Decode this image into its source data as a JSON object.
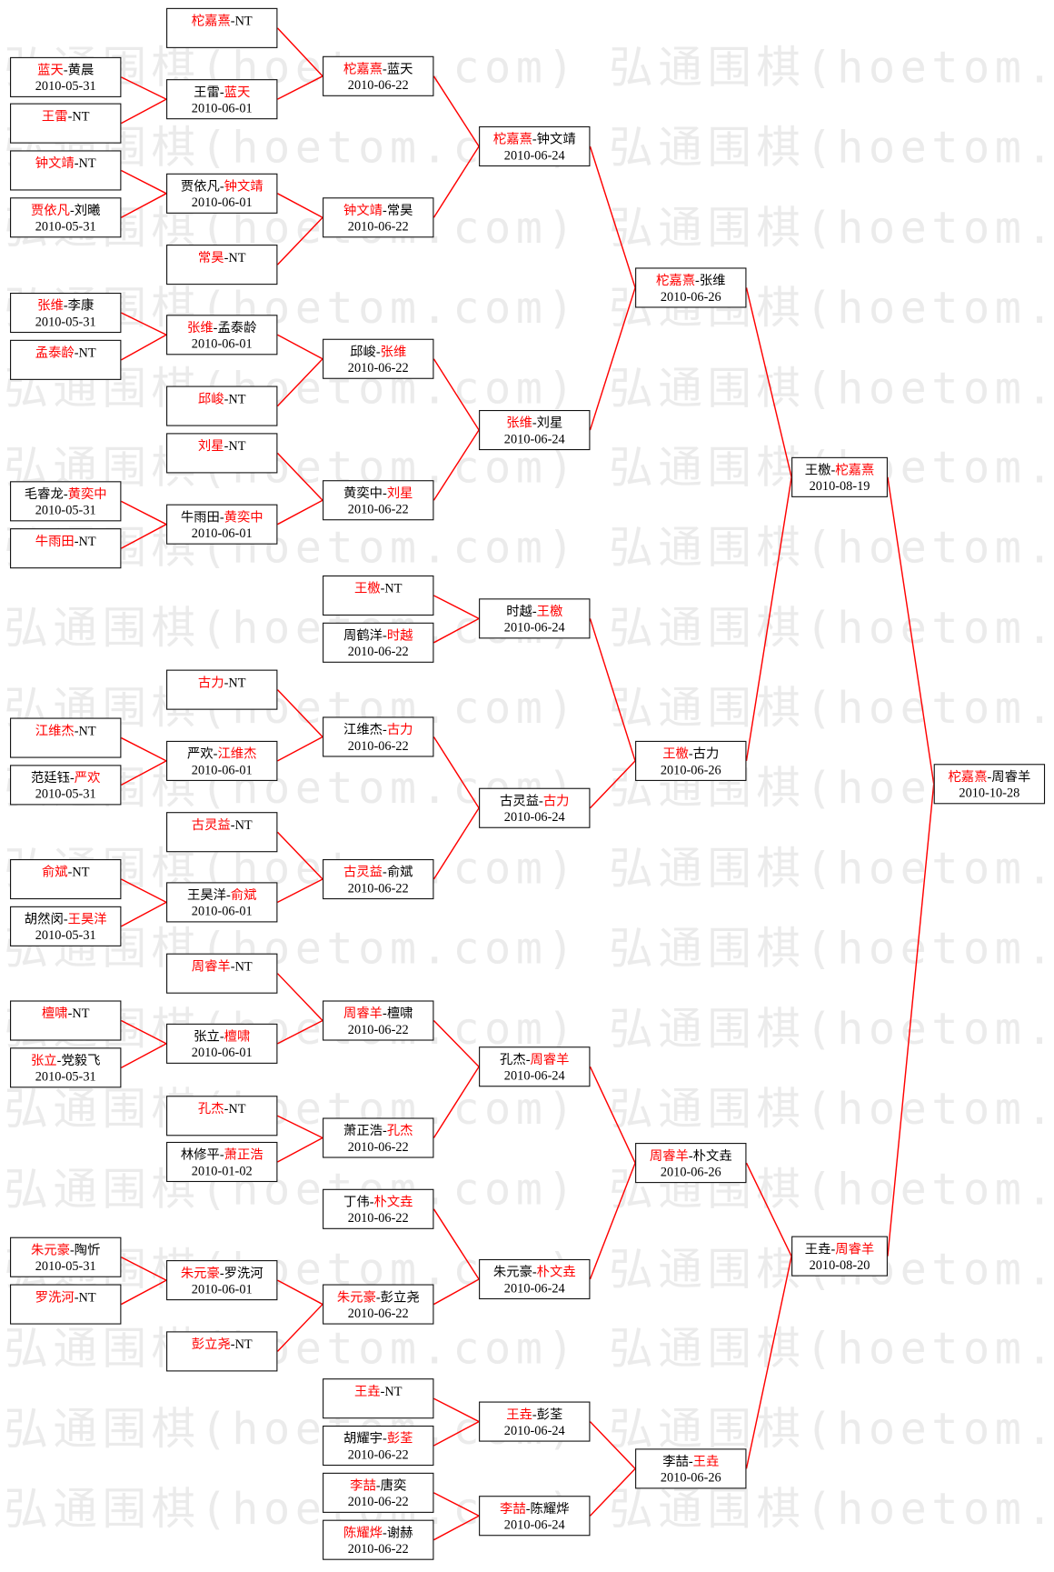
{
  "watermark": "弘通围棋(hoetom.com)",
  "separator": "-",
  "colors": {
    "winner": "#ff0000",
    "connector": "#ff0000",
    "text": "#000000",
    "border": "#111111",
    "watermark": "#ebebeb",
    "background": "#ffffff"
  },
  "rounds": [
    {
      "matches": [
        {
          "players": [
            "蓝天",
            "黄晨"
          ],
          "winner": 0,
          "date": "2010-05-31"
        },
        {
          "players": [
            "王雷",
            "NT"
          ],
          "winner": 0
        },
        {
          "players": [
            "钟文靖",
            "NT"
          ],
          "winner": 0
        },
        {
          "players": [
            "贾依凡",
            "刘曦"
          ],
          "winner": 0,
          "date": "2010-05-31"
        },
        {
          "players": [
            "张维",
            "李康"
          ],
          "winner": 0,
          "date": "2010-05-31"
        },
        {
          "players": [
            "孟泰龄",
            "NT"
          ],
          "winner": 0
        },
        {
          "players": [
            "毛睿龙",
            "黄奕中"
          ],
          "winner": 1,
          "date": "2010-05-31"
        },
        {
          "players": [
            "牛雨田",
            "NT"
          ],
          "winner": 0
        },
        {
          "players": [
            "江维杰",
            "NT"
          ],
          "winner": 0
        },
        {
          "players": [
            "范廷钰",
            "严欢"
          ],
          "winner": 1,
          "date": "2010-05-31"
        },
        {
          "players": [
            "俞斌",
            "NT"
          ],
          "winner": 0
        },
        {
          "players": [
            "胡然闵",
            "王昊洋"
          ],
          "winner": 1,
          "date": "2010-05-31"
        },
        {
          "players": [
            "檀啸",
            "NT"
          ],
          "winner": 0
        },
        {
          "players": [
            "张立",
            "党毅飞"
          ],
          "winner": 0,
          "date": "2010-05-31"
        },
        {
          "players": [
            "朱元豪",
            "陶忻"
          ],
          "winner": 0,
          "date": "2010-05-31"
        },
        {
          "players": [
            "罗洗河",
            "NT"
          ],
          "winner": 0
        }
      ]
    },
    {
      "matches": [
        {
          "players": [
            "柁嘉熹",
            "NT"
          ],
          "winner": 0
        },
        {
          "players": [
            "王雷",
            "蓝天"
          ],
          "winner": 1,
          "date": "2010-06-01"
        },
        {
          "players": [
            "贾依凡",
            "钟文靖"
          ],
          "winner": 1,
          "date": "2010-06-01"
        },
        {
          "players": [
            "常昊",
            "NT"
          ],
          "winner": 0
        },
        {
          "players": [
            "张维",
            "孟泰龄"
          ],
          "winner": 0,
          "date": "2010-06-01"
        },
        {
          "players": [
            "邱峻",
            "NT"
          ],
          "winner": 0
        },
        {
          "players": [
            "刘星",
            "NT"
          ],
          "winner": 0
        },
        {
          "players": [
            "牛雨田",
            "黄奕中"
          ],
          "winner": 1,
          "date": "2010-06-01"
        },
        {
          "players": [
            "古力",
            "NT"
          ],
          "winner": 0
        },
        {
          "players": [
            "严欢",
            "江维杰"
          ],
          "winner": 1,
          "date": "2010-06-01"
        },
        {
          "players": [
            "古灵益",
            "NT"
          ],
          "winner": 0
        },
        {
          "players": [
            "王昊洋",
            "俞斌"
          ],
          "winner": 1,
          "date": "2010-06-01"
        },
        {
          "players": [
            "周睿羊",
            "NT"
          ],
          "winner": 0
        },
        {
          "players": [
            "张立",
            "檀啸"
          ],
          "winner": 1,
          "date": "2010-06-01"
        },
        {
          "players": [
            "孔杰",
            "NT"
          ],
          "winner": 0
        },
        {
          "players": [
            "林修平",
            "萧正浩"
          ],
          "winner": 1,
          "date": "2010-01-02"
        },
        {
          "players": [
            "朱元豪",
            "罗洗河"
          ],
          "winner": 0,
          "date": "2010-06-01"
        },
        {
          "players": [
            "彭立尧",
            "NT"
          ],
          "winner": 0
        }
      ]
    },
    {
      "matches": [
        {
          "players": [
            "柁嘉熹",
            "蓝天"
          ],
          "winner": 0,
          "date": "2010-06-22"
        },
        {
          "players": [
            "钟文靖",
            "常昊"
          ],
          "winner": 0,
          "date": "2010-06-22"
        },
        {
          "players": [
            "邱峻",
            "张维"
          ],
          "winner": 1,
          "date": "2010-06-22"
        },
        {
          "players": [
            "黄奕中",
            "刘星"
          ],
          "winner": 1,
          "date": "2010-06-22"
        },
        {
          "players": [
            "王檄",
            "NT"
          ],
          "winner": 0
        },
        {
          "players": [
            "周鹤洋",
            "时越"
          ],
          "winner": 1,
          "date": "2010-06-22"
        },
        {
          "players": [
            "江维杰",
            "古力"
          ],
          "winner": 1,
          "date": "2010-06-22"
        },
        {
          "players": [
            "古灵益",
            "俞斌"
          ],
          "winner": 0,
          "date": "2010-06-22"
        },
        {
          "players": [
            "周睿羊",
            "檀啸"
          ],
          "winner": 0,
          "date": "2010-06-22"
        },
        {
          "players": [
            "萧正浩",
            "孔杰"
          ],
          "winner": 1,
          "date": "2010-06-22"
        },
        {
          "players": [
            "丁伟",
            "朴文垚"
          ],
          "winner": 1,
          "date": "2010-06-22"
        },
        {
          "players": [
            "朱元豪",
            "彭立尧"
          ],
          "winner": 0,
          "date": "2010-06-22"
        },
        {
          "players": [
            "王垚",
            "NT"
          ],
          "winner": 0
        },
        {
          "players": [
            "胡耀宇",
            "彭荃"
          ],
          "winner": 1,
          "date": "2010-06-22"
        },
        {
          "players": [
            "李喆",
            "唐奕"
          ],
          "winner": 0,
          "date": "2010-06-22"
        },
        {
          "players": [
            "陈耀烨",
            "谢赫"
          ],
          "winner": 0,
          "date": "2010-06-22"
        }
      ]
    },
    {
      "matches": [
        {
          "players": [
            "柁嘉熹",
            "钟文靖"
          ],
          "winner": 0,
          "date": "2010-06-24"
        },
        {
          "players": [
            "张维",
            "刘星"
          ],
          "winner": 0,
          "date": "2010-06-24"
        },
        {
          "players": [
            "时越",
            "王檄"
          ],
          "winner": 1,
          "date": "2010-06-24"
        },
        {
          "players": [
            "古灵益",
            "古力"
          ],
          "winner": 1,
          "date": "2010-06-24"
        },
        {
          "players": [
            "孔杰",
            "周睿羊"
          ],
          "winner": 1,
          "date": "2010-06-24"
        },
        {
          "players": [
            "朱元豪",
            "朴文垚"
          ],
          "winner": 1,
          "date": "2010-06-24"
        },
        {
          "players": [
            "王垚",
            "彭荃"
          ],
          "winner": 0,
          "date": "2010-06-24"
        },
        {
          "players": [
            "李喆",
            "陈耀烨"
          ],
          "winner": 0,
          "date": "2010-06-24"
        }
      ]
    },
    {
      "matches": [
        {
          "players": [
            "柁嘉熹",
            "张维"
          ],
          "winner": 0,
          "date": "2010-06-26"
        },
        {
          "players": [
            "王檄",
            "古力"
          ],
          "winner": 0,
          "date": "2010-06-26"
        },
        {
          "players": [
            "周睿羊",
            "朴文垚"
          ],
          "winner": 0,
          "date": "2010-06-26"
        },
        {
          "players": [
            "李喆",
            "王垚"
          ],
          "winner": 1,
          "date": "2010-06-26"
        }
      ]
    },
    {
      "matches": [
        {
          "players": [
            "王檄",
            "柁嘉熹"
          ],
          "winner": 1,
          "date": "2010-08-19"
        },
        {
          "players": [
            "王垚",
            "周睿羊"
          ],
          "winner": 1,
          "date": "2010-08-20"
        }
      ]
    },
    {
      "matches": [
        {
          "players": [
            "柁嘉熹",
            "周睿羊"
          ],
          "winner": 0,
          "date": "2010-10-28"
        }
      ]
    }
  ]
}
